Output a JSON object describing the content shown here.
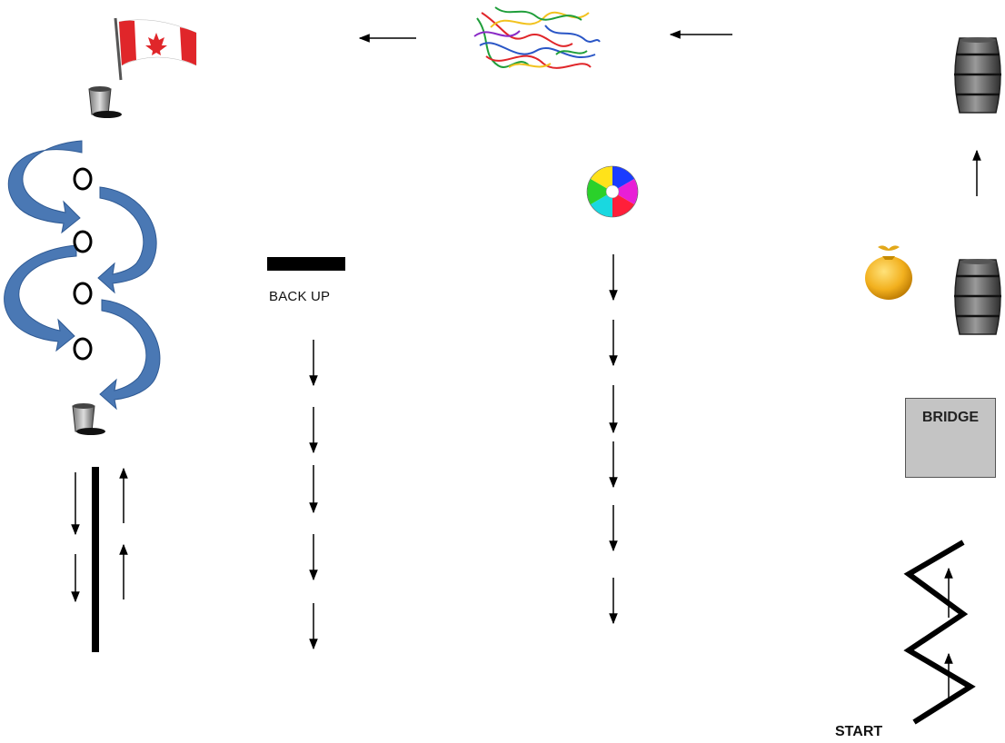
{
  "labels": {
    "back_up": "BACK UP",
    "bridge": "BRIDGE",
    "start": "START"
  },
  "stations": [
    {
      "name": "start",
      "icon": "zigzag-line"
    },
    {
      "name": "bridge",
      "icon": "grey-square"
    },
    {
      "name": "barrels-and-sack",
      "icon": "barrel-icon"
    },
    {
      "name": "upper-barrel",
      "icon": "barrel-icon"
    },
    {
      "name": "streamers",
      "icon": "party-streamers-icon"
    },
    {
      "name": "beach-ball",
      "icon": "beach-ball-icon"
    },
    {
      "name": "back-up",
      "icon": "black-bar"
    },
    {
      "name": "flag",
      "icon": "canadian-flag-icon"
    },
    {
      "name": "buckets-and-circles",
      "icon": "bucket-icon"
    },
    {
      "name": "pole",
      "icon": "black-pole"
    }
  ],
  "colors": {
    "curved_arrow": "#4a78b4",
    "bridge_fill": "#c4c4c4",
    "flag_red": "#e0262a",
    "sack": "#f2b01e"
  }
}
